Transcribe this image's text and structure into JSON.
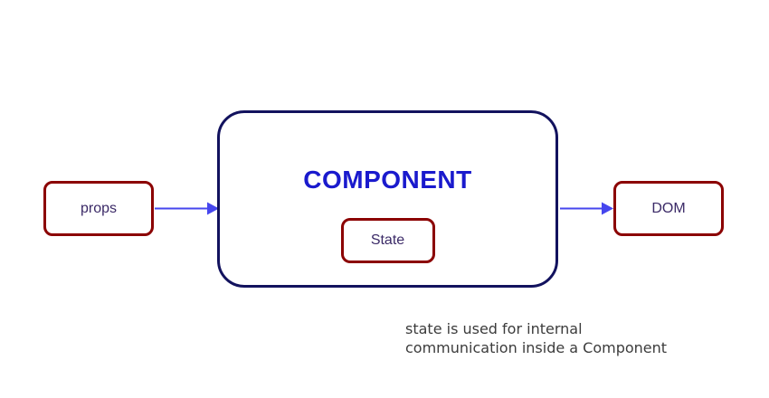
{
  "nodes": {
    "props": {
      "label": "props"
    },
    "component": {
      "label": "COMPONENT"
    },
    "state": {
      "label": "State"
    },
    "dom": {
      "label": "DOM"
    }
  },
  "caption": {
    "line1": "state is used for internal",
    "line2": "communication inside a Component"
  },
  "icons": {
    "arrow_props_to_component": "right-arrow",
    "arrow_component_to_dom": "right-arrow"
  },
  "colors": {
    "red_border": "#8b0000",
    "navy_border": "#12125e",
    "component_text": "#1a1acd",
    "node_text": "#3b2a67",
    "arrow": "#4646ee",
    "caption_text": "#3c3c3c",
    "background": "#ffffff"
  }
}
